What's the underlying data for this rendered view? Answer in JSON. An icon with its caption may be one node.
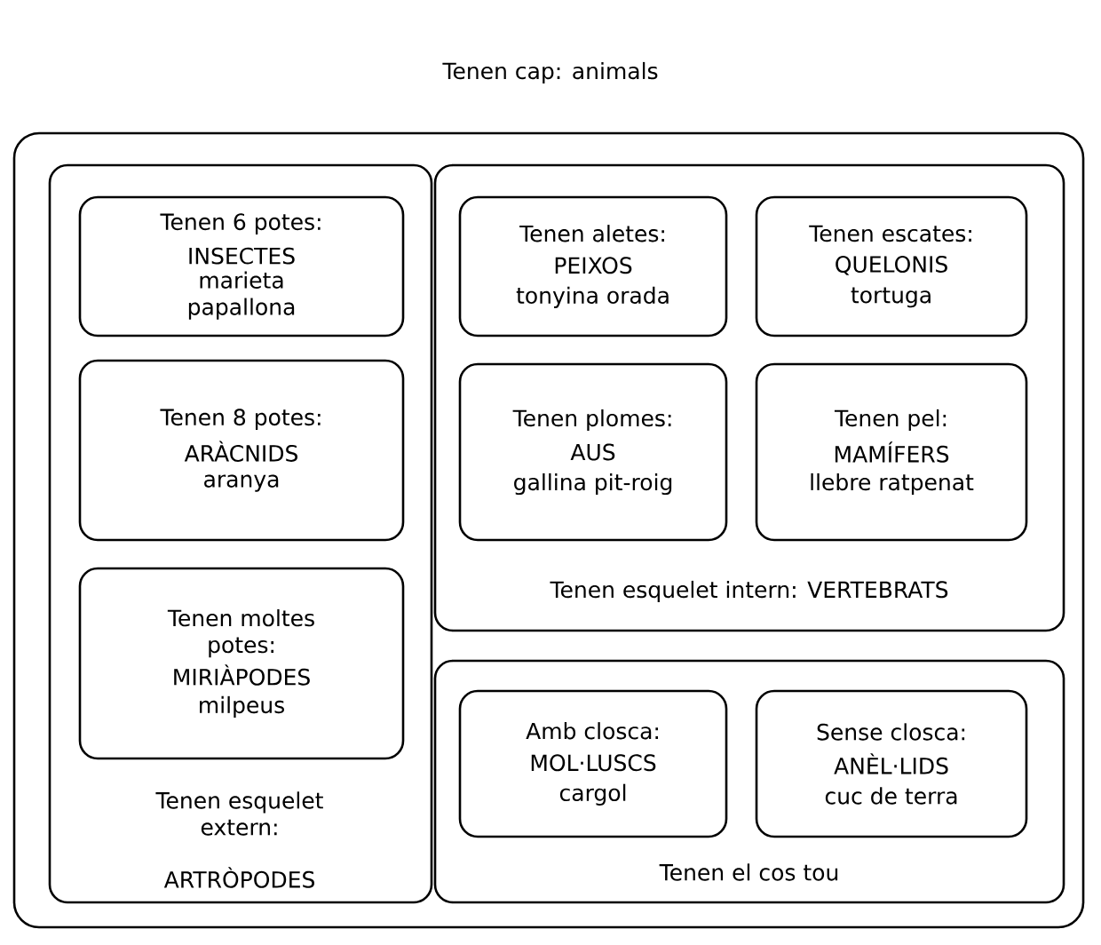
{
  "diagram": {
    "nodes": [
      {
        "text": [
          "Tenen cap: animals"
        ]
      },
      {
        "text": [
          "Tenen esquelet extern:",
          "ARTRÒPODES"
        ],
        "in": 0
      },
      {
        "text": [
          "Tenen 6 potes:",
          "INSECTES",
          "marieta papallona"
        ],
        "in": 1
      },
      {
        "text": [
          "Tenen 8 potes:",
          "ARÀCNIDS",
          "aranya"
        ],
        "in": 1
      },
      {
        "text": [
          "Tenen moltes potes:",
          "MIRIÀPODES",
          "milpeus"
        ],
        "in": 1
      },
      {
        "text": [
          "Tenen esquelet intern: VERTEBRATS"
        ],
        "in": 0
      },
      {
        "text": [
          "Tenen aletes:",
          "PEIXOS",
          "tonyina orada"
        ],
        "in": 5
      },
      {
        "text": [
          "Tenen escates:",
          "QUELONIS",
          "tortuga"
        ],
        "in": 5
      },
      {
        "text": [
          "Tenen plomes:",
          "AUS",
          "gallina pit-roig"
        ],
        "in": 5
      },
      {
        "text": [
          "Tenen pel:",
          "MAMÍFERS",
          "llebre ratpenat"
        ],
        "in": 5
      },
      {
        "text": [
          "Tenen el cos tou"
        ],
        "in": 0
      },
      {
        "text": [
          "Amb closca:",
          "MOL·LUSCS",
          "cargol"
        ],
        "in": 10
      },
      {
        "text": [
          "Sense closca:",
          "ANÈL·LIDS",
          "cuc de terra"
        ],
        "in": 10
      }
    ]
  }
}
